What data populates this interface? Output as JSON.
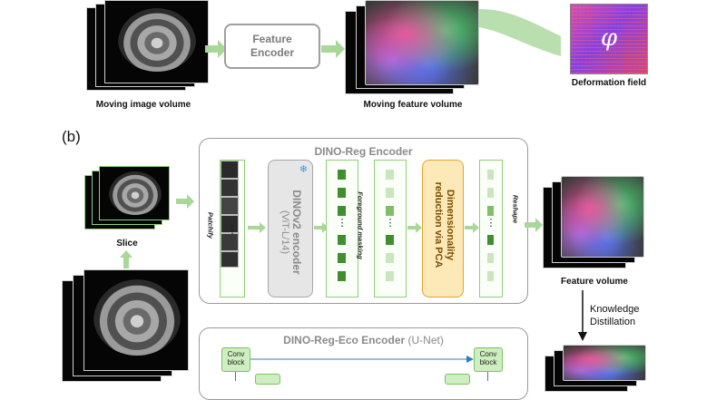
{
  "panel_a": {
    "moving_image_label": "Moving image volume",
    "encoder_label_line1": "Feature",
    "encoder_label_line2": "Encoder",
    "moving_feature_label": "Moving feature volume",
    "deformation_label": "Deformation field",
    "phi_symbol": "φ"
  },
  "panel_b": {
    "tag": "(b)",
    "slice_label": "Slice",
    "encoder_title": "DINO-Reg Encoder",
    "patchify_label": "Patchify",
    "snowflake_icon": "❄",
    "dinov2_line1": "DINOv2 encoder",
    "dinov2_line2": "(ViT-L/14)",
    "foreground_label": "Foreground masking",
    "pca_line1": "Dimensionality",
    "pca_line2": "reduction via PCA",
    "reshape_label": "Reshape",
    "feature_volume_label": "Feature volume",
    "kd_line1": "Knowledge",
    "kd_line2": "Distillation",
    "eco_title": "DINO-Reg-Eco Encoder",
    "eco_suffix": "(U-Net)",
    "conv_line1": "Conv",
    "conv_line2": "block",
    "ellipsis": "⋮"
  },
  "colors": {
    "arrow_green": "#a8d898",
    "column_border": "#8fcf77",
    "cube_dark": "#3f8f2c",
    "pca_fill": "#fde9b8",
    "pca_border": "#e2a52a",
    "dinov2_fill": "#e6e6e6"
  }
}
